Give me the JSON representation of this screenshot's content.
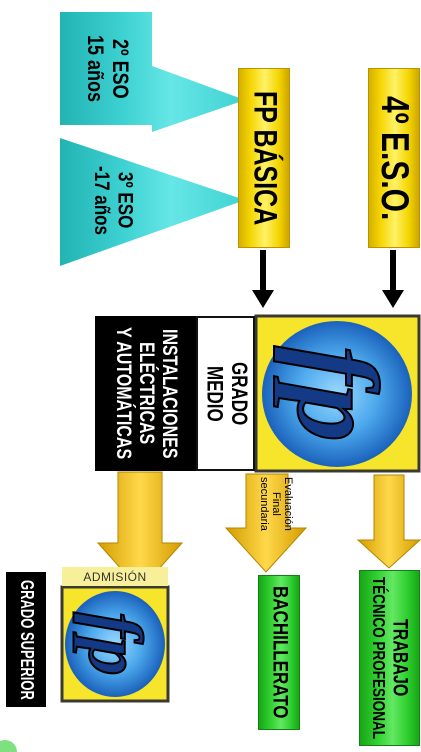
{
  "colors": {
    "yellow": "#f4d400",
    "cyan": "#3fd2d2",
    "green": "#2fcf2f",
    "black": "#000000",
    "logo_blue": "#1c64bd",
    "logo_yellow": "#f6e52a"
  },
  "eso4": {
    "label": "4º E.S.O."
  },
  "fp_basica": {
    "label": "FP BÁSICA"
  },
  "eso2": {
    "lines": [
      "2º ESO",
      "15 años"
    ]
  },
  "eso3": {
    "lines": [
      "3º ESO",
      "-17 años"
    ]
  },
  "logo": {
    "text": "fp"
  },
  "grado_medio": {
    "lines": [
      "GRADO",
      "MEDIO"
    ]
  },
  "ciclo": {
    "lines": [
      "INSTALACIONES",
      "ELÉCTRICAS",
      "Y AUTOMÁTICAS"
    ]
  },
  "evaluacion": {
    "lines": [
      "Evaluación",
      "Final",
      "secundaria"
    ]
  },
  "trabajo": {
    "lines": [
      "TRABAJO",
      "TÉCNICO PROFESIONAL"
    ]
  },
  "bachillerato": {
    "label": "BACHILLERATO"
  },
  "admision": {
    "label": "ADMISIÓN"
  },
  "grado_superior": {
    "label": "GRADO SUPERIOR"
  }
}
